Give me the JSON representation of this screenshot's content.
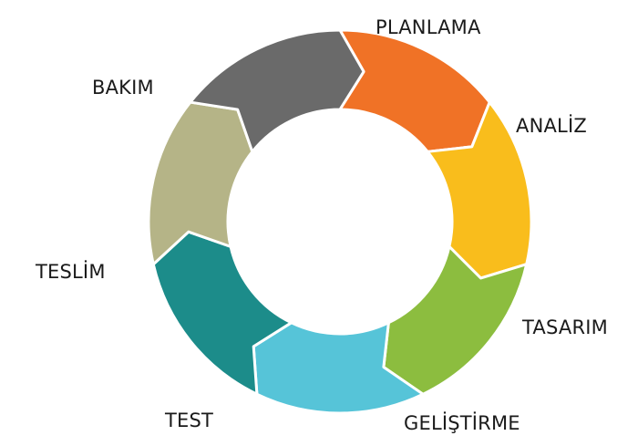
{
  "diagram": {
    "type": "cycle",
    "stages": [
      {
        "label": "PLANLAMA",
        "color": "#f07226"
      },
      {
        "label": "ANALİZ",
        "color": "#f9bd1c"
      },
      {
        "label": "TASARIM",
        "color": "#8cbd3f"
      },
      {
        "label": "GELİŞTİRME",
        "color": "#56c4d8"
      },
      {
        "label": "TEST",
        "color": "#1c8c8a"
      },
      {
        "label": "TESLİM",
        "color": "#b5b487"
      },
      {
        "label": "BAKIM",
        "color": "#6a6a6a"
      }
    ]
  }
}
